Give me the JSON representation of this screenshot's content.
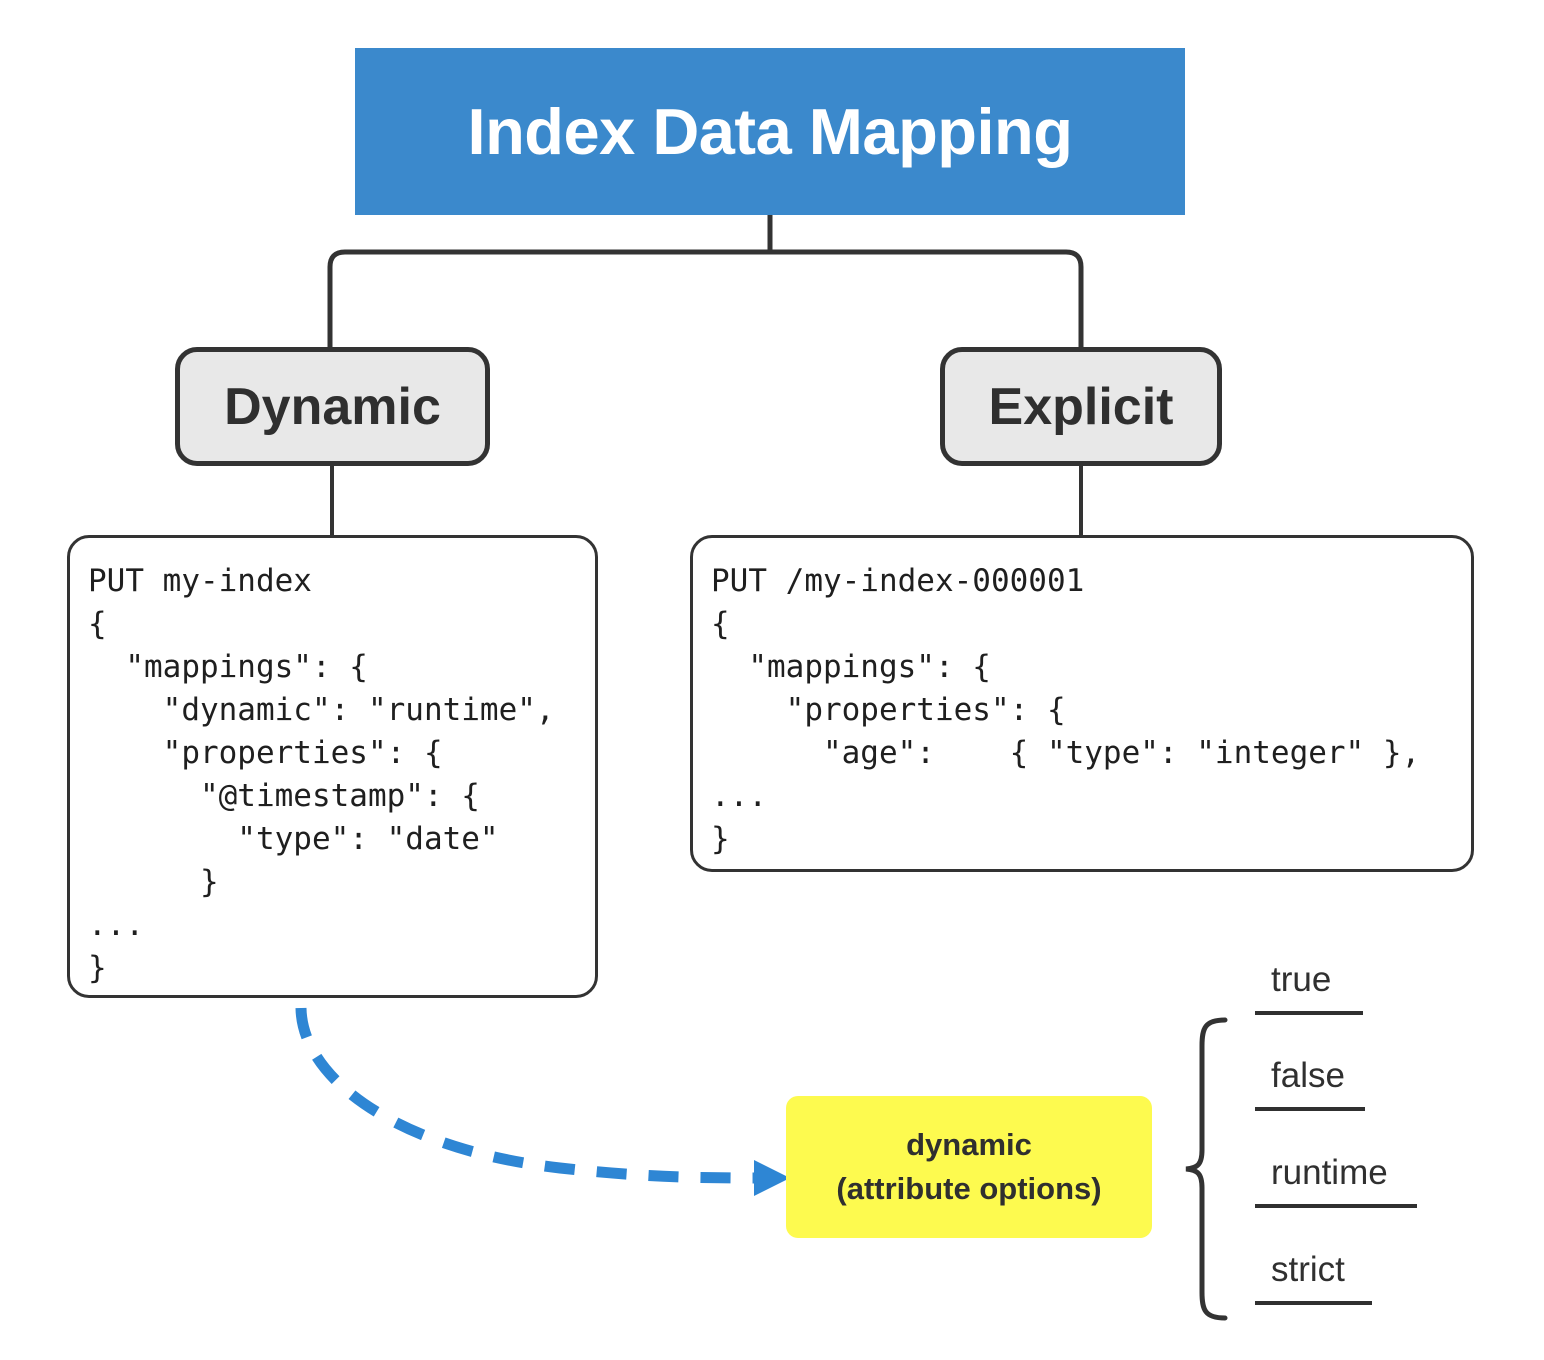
{
  "diagram": {
    "title": "Index Data Mapping",
    "title_bg_color": "#3b89cc",
    "title_text_color": "#ffffff",
    "branches": [
      {
        "label": "Dynamic"
      },
      {
        "label": "Explicit"
      }
    ],
    "code_blocks": [
      {
        "name": "dynamic-mapping-example",
        "text": "PUT my-index\n{\n  \"mappings\": {\n    \"dynamic\": \"runtime\",\n    \"properties\": {\n      \"@timestamp\": {\n        \"type\": \"date\"\n      }\n...\n}"
      },
      {
        "name": "explicit-mapping-example",
        "text": "PUT /my-index-000001\n{\n  \"mappings\": {\n    \"properties\": {\n      \"age\":    { \"type\": \"integer\" },\n...\n}"
      }
    ],
    "callout": {
      "line1": "dynamic",
      "line2": "(attribute options)",
      "bg_color": "#fdfa4f",
      "text_color": "#2f2f2f"
    },
    "options": [
      {
        "label": "true"
      },
      {
        "label": "false"
      },
      {
        "label": "runtime"
      },
      {
        "label": "strict"
      }
    ],
    "arrow": {
      "style": "dashed-curved",
      "color": "#2e86d4"
    },
    "node_bg_color": "#e8e8e8",
    "node_border_color": "#333333",
    "line_color": "#333333"
  }
}
